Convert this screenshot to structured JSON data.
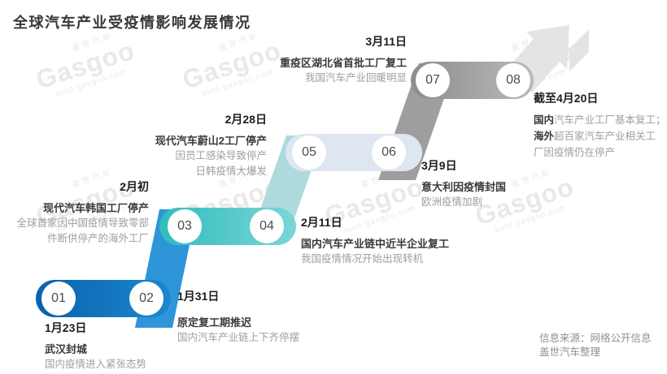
{
  "title": "全球汽车产业受疫情影响发展情况",
  "steps": [
    "01",
    "02",
    "03",
    "04",
    "05",
    "06",
    "07",
    "08"
  ],
  "events": [
    {
      "date": "1月23日",
      "title": "武汉封城",
      "desc": [
        "国内疫情进入紧张态势"
      ]
    },
    {
      "date": "1月31日",
      "title": "原定复工期推迟",
      "desc": [
        "国内汽车产业链上下齐停摆"
      ]
    },
    {
      "date": "2月初",
      "title": "现代汽车韩国工厂停产",
      "desc": [
        "全球首家因中国疫情导致零部",
        "件断供停产的海外工厂"
      ]
    },
    {
      "date": "2月11日",
      "title": "国内汽车产业链中近半企业复工",
      "desc": [
        "我国疫情情况开始出现转机"
      ]
    },
    {
      "date": "2月28日",
      "title": "现代汽车蔚山2工厂停产",
      "desc": [
        "因员工感染导致停产",
        "日韩疫情大爆发"
      ]
    },
    {
      "date": "3月9日",
      "title": "意大利因疫情封国",
      "desc": [
        "欧洲疫情加剧"
      ]
    },
    {
      "date": "3月11日",
      "title": "重疫区湖北省首批工厂复工",
      "desc": [
        "我国汽车产业回暖明显"
      ]
    },
    {
      "date": "截至4月20日",
      "line1_bold": "国内",
      "line1_text": "汽车产业工厂基本复工；",
      "line2_bold": "海外",
      "line2_text": "超百家汽车产业相关工",
      "line3_text": "厂因疫情仍在停产"
    }
  ],
  "watermark": {
    "cn": "盖世汽车",
    "brand": "Gasgoo",
    "url": "auto.gasgoo.com"
  },
  "source": {
    "line1": "信息来源：网络公开信息",
    "line2": "盖世汽车整理"
  },
  "colors": {
    "pill_1_2_start": "#0a62ad",
    "pill_1_2_end": "#1b87cd",
    "connector_2_3": "#2d95d8",
    "pill_3_4_start": "#30bcbe",
    "pill_3_4_end": "#7cd6d6",
    "connector_4_5": "#aedade",
    "pill_5_6": "#dde6f1",
    "connector_6_7": "#9e9e9e",
    "pill_7_8_start": "#8c8c8c",
    "pill_7_8_end": "#bababa",
    "arrow": "#e2e4e6",
    "date_text": "#1d1d1d",
    "title_text": "#3a3a3a",
    "desc_text": "#9e9e9e"
  }
}
